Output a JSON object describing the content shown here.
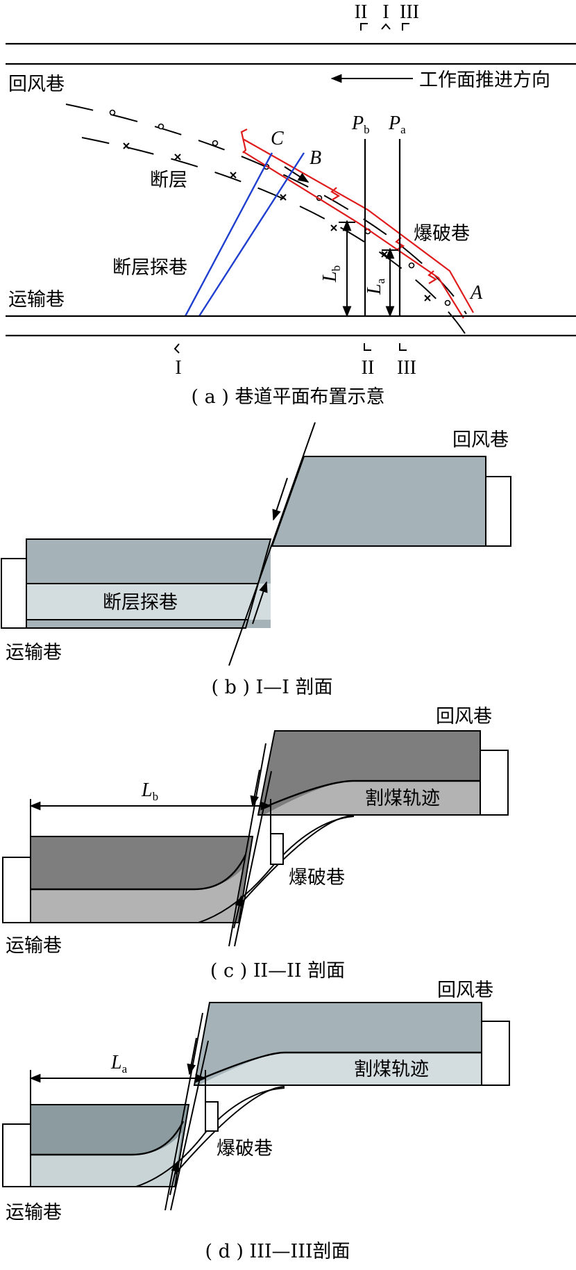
{
  "panel_a": {
    "section_marks_top": [
      "II",
      "I",
      "III"
    ],
    "return_airway": "回风巷",
    "advance_direction": "工作面推进方向",
    "point_c": "C",
    "point_b": "B",
    "point_a": "A",
    "p_b_main": "P",
    "p_b_sub": "b",
    "p_a_main": "P",
    "p_a_sub": "a",
    "fault": "断层",
    "blasting_roadway": "爆破巷",
    "fault_exploration": "断层探巷",
    "l_b_main": "L",
    "l_b_sub": "b",
    "l_a_main": "L",
    "l_a_sub": "a",
    "haulage_roadway": "运输巷",
    "section_marks_bottom": [
      "I",
      "II",
      "III"
    ],
    "caption": "( a ) 巷道平面布置示意"
  },
  "panel_b": {
    "return_airway": "回风巷",
    "fault_exploration": "断层探巷",
    "haulage_roadway": "运输巷",
    "caption": "( b )  I—I 剖面"
  },
  "panel_c": {
    "return_airway": "回风巷",
    "l_main": "L",
    "l_sub": "b",
    "cutting_trajectory": "割煤轨迹",
    "blasting_roadway": "爆破巷",
    "haulage_roadway": "运输巷",
    "caption": "( c )  II—II 剖面"
  },
  "panel_d": {
    "return_airway": "回风巷",
    "l_main": "L",
    "l_sub": "a",
    "cutting_trajectory": "割煤轨迹",
    "blasting_roadway": "爆破巷",
    "haulage_roadway": "运输巷",
    "caption": "( d ) III—III剖面"
  },
  "colors": {
    "fault_exploration_lines": "#1f3fd0",
    "blasting_roadway_lines": "#e01b1b",
    "seam_gray_b": "#a5b3b8",
    "roadway_light_b": "#d3dcde",
    "seam_dark_c": "#7e7e7e",
    "seam_light_c": "#b3b3b3",
    "seam_gray_d": "#a5b3b8",
    "roadway_light_d": "#d3dcde"
  }
}
